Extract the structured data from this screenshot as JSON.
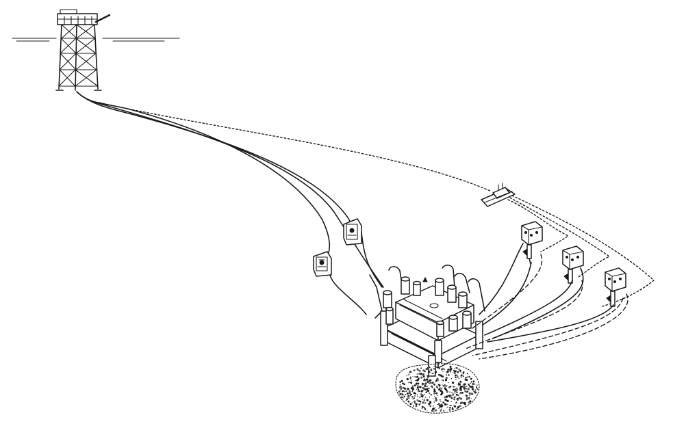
{
  "figure": {
    "description_visible_text": "",
    "colors": {
      "line": "#1a1a1a",
      "background": "#ffffff"
    },
    "components": [
      "platform-jacket",
      "sea-surface",
      "support-vessel",
      "subsea-manifold-template",
      "subsea-tree",
      "seabed-rock-dump",
      "flowline",
      "umbilical"
    ]
  }
}
